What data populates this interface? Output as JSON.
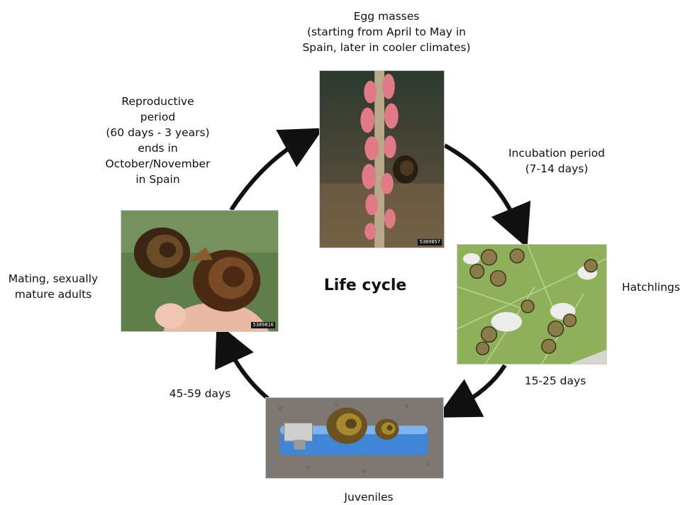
{
  "labels": {
    "egg_masses": "Egg masses\n(starting from April to May in\nSpain, later in cooler climates)",
    "incubation": "Incubation period\n(7-14 days)",
    "hatchlings": "Hatchlings",
    "hatch_to_juvenile": "15-25 days",
    "juveniles": "Juveniles",
    "juvenile_to_adult": "45-59 days",
    "mating": "Mating, sexually\nmature adults",
    "reproductive": "Reproductive\nperiod\n(60 days - 3 years)\nends in\nOctober/November\nin Spain",
    "center_title": "Life cycle"
  },
  "photos": {
    "eggs_id": "5389857",
    "adults_id": "5389816"
  },
  "colors": {
    "arrow": "#111111",
    "egg_pink": "#e07a86",
    "leaf_green": "#8fb05a",
    "snail_brown": "#5a3418",
    "lighter_blue": "#3f86d6"
  }
}
